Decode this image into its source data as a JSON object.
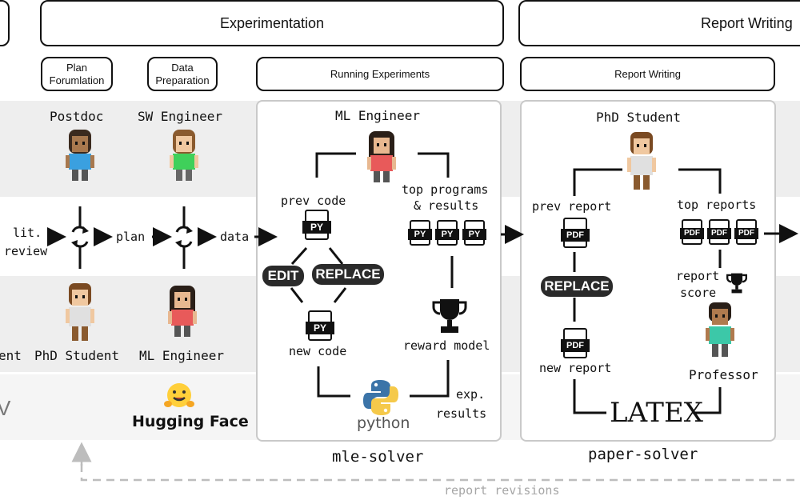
{
  "phases": {
    "experimentation": "Experimentation",
    "report_writing": "Report Writing"
  },
  "subphases": {
    "plan_formulation": "Plan\nForumlation",
    "data_preparation": "Data\nPreparation",
    "running_experiments": "Running Experiments",
    "report_writing": "Report Writing"
  },
  "roles": {
    "postdoc": "Postdoc",
    "sw_engineer": "SW Engineer",
    "ml_engineer_top": "ML Engineer",
    "phd_student_top": "PhD Student",
    "phd_student_bottom": "PhD Student",
    "ml_engineer_bottom": "ML Engineer",
    "professor": "Professor",
    "partial_left": "ent"
  },
  "flow": {
    "lit_review_1": "lit.",
    "lit_review_2": "review",
    "plan": "plan",
    "data": "data"
  },
  "mle_solver": {
    "title": "mle-solver",
    "prev_code": "prev code",
    "new_code": "new code",
    "top_programs_1": "top programs",
    "top_programs_2": "& results",
    "reward_model": "reward model",
    "exp_results_1": "exp.",
    "exp_results_2": "results",
    "edit": "EDIT",
    "replace": "REPLACE",
    "file_py": "PY",
    "python": "python"
  },
  "paper_solver": {
    "title": "paper-solver",
    "prev_report": "prev report",
    "new_report": "new report",
    "top_reports": "top reports",
    "report_score_1": "report",
    "report_score_2": "score",
    "replace": "REPLACE",
    "file_pdf": "PDF",
    "latex": "LATEX"
  },
  "tools": {
    "hugging_face": "Hugging Face",
    "partial_left": "V"
  },
  "feedback": {
    "report_revisions": "report revisions"
  },
  "colors": {
    "band": "#eeeeee",
    "dark_tag": "#2a2a2a",
    "python_blue": "#3b74a8",
    "python_yellow": "#f5c94a",
    "hf_yellow": "#ffcf3a",
    "dashed": "#bdbdbd"
  }
}
